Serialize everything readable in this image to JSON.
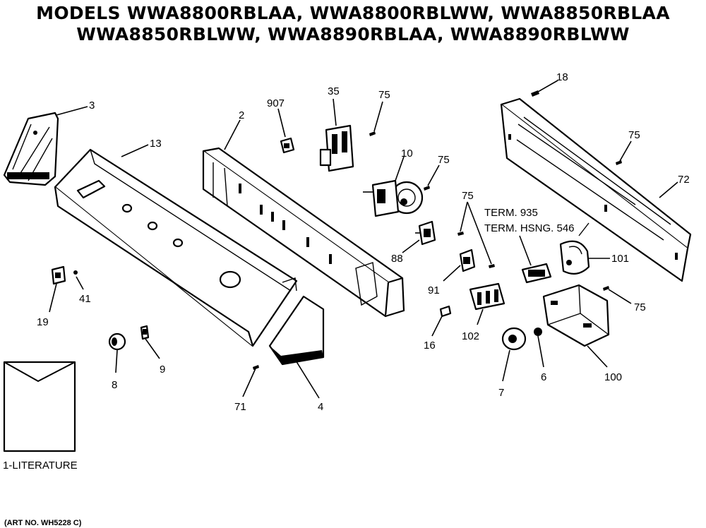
{
  "header": {
    "line1": "MODELS WWA8800RBLAA, WWA8800RBLWW, WWA8850RBLAA",
    "line2": "WWA8850RBLWW, WWA8890RBLAA, WWA8890RBLWW"
  },
  "labels": {
    "p3": "3",
    "p13": "13",
    "p2": "2",
    "p907": "907",
    "p35": "35",
    "p75a": "75",
    "p10": "10",
    "p75b": "75",
    "p18": "18",
    "p75c": "75",
    "p72": "72",
    "p75d": "75",
    "term935": "TERM. 935",
    "termhsng": "TERM. HSNG. 546",
    "p101": "101",
    "p88": "88",
    "p91": "91",
    "p19": "19",
    "p41": "41",
    "p16": "16",
    "p102": "102",
    "p75e": "75",
    "p8": "8",
    "p9": "9",
    "p71": "71",
    "p4": "4",
    "p7": "7",
    "p6": "6",
    "p100": "100",
    "literature": "1-LITERATURE"
  },
  "footer": {
    "art_no": "(ART NO. WH5228 C)"
  }
}
